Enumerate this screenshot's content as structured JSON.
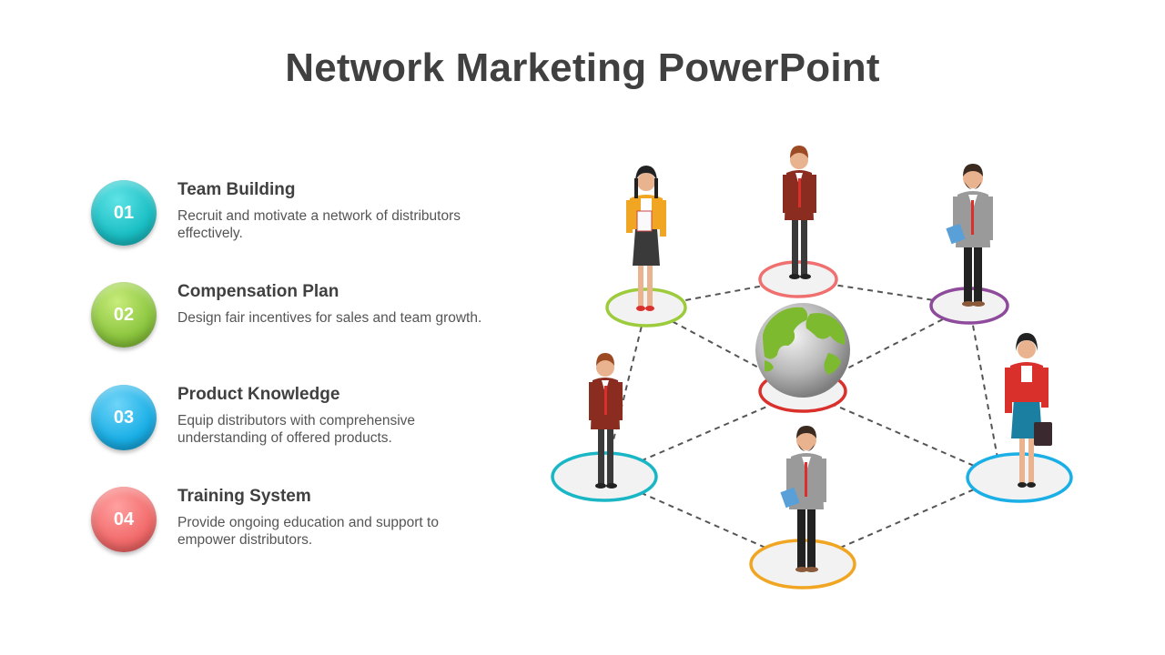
{
  "title": "Network Marketing PowerPoint",
  "items": [
    {
      "number": "01",
      "title": "Team Building",
      "description": "Recruit and motivate a network of distributors effectively.",
      "color": "#1ABFC4"
    },
    {
      "number": "02",
      "title": "Compensation Plan",
      "description": "Design fair incentives for sales and team growth.",
      "color": "#8CC63F"
    },
    {
      "number": "03",
      "title": "Product Knowledge",
      "description": "Equip distributors with comprehensive understanding of offered products.",
      "color": "#1AAFE6"
    },
    {
      "number": "04",
      "title": "Training System",
      "description": "Provide ongoing education and support to empower distributors.",
      "color": "#F26B6B"
    }
  ],
  "nodes": [
    {
      "id": "top-left",
      "ring_color": "#9CCB3B",
      "figure": "woman-yellow-jacket"
    },
    {
      "id": "top-center",
      "ring_color": "#F07070",
      "figure": "man-brown-suit"
    },
    {
      "id": "top-right",
      "ring_color": "#8E4A9B",
      "figure": "man-grey-suit-beard"
    },
    {
      "id": "center",
      "ring_color": "#D9302C",
      "figure": "globe-icon"
    },
    {
      "id": "mid-left",
      "ring_color": "#19B6C6",
      "figure": "man-brown-suit"
    },
    {
      "id": "mid-right",
      "ring_color": "#1AAFE6",
      "figure": "woman-red-jacket"
    },
    {
      "id": "bottom-center",
      "ring_color": "#F0A623",
      "figure": "man-grey-suit-beard"
    }
  ]
}
